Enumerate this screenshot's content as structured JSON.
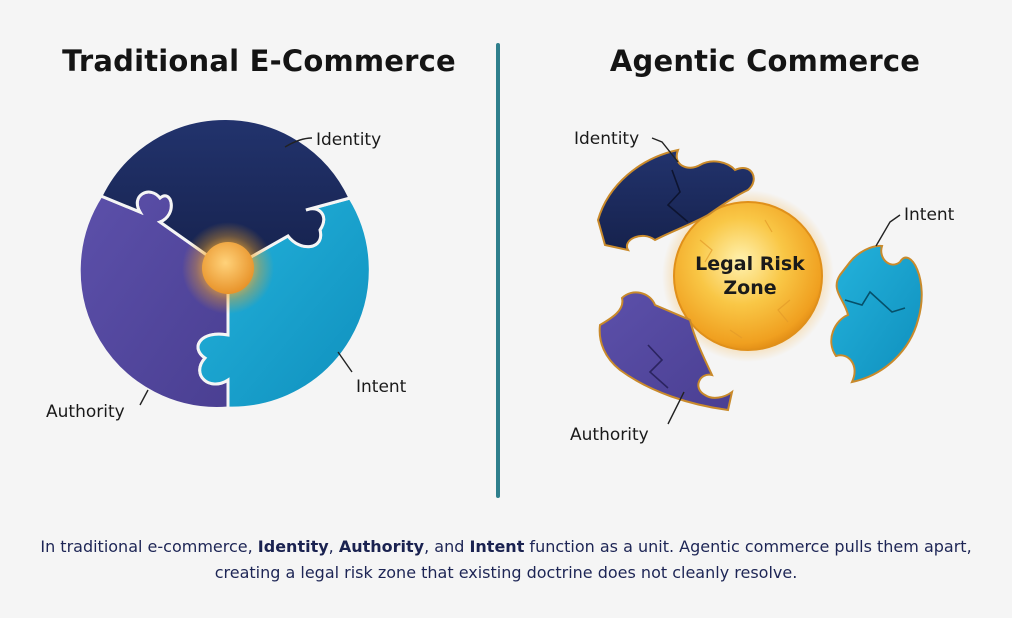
{
  "left": {
    "title": "Traditional E-Commerce",
    "labels": {
      "identity": "Identity",
      "authority": "Authority",
      "intent": "Intent"
    }
  },
  "right": {
    "title": "Agentic Commerce",
    "labels": {
      "identity": "Identity",
      "authority": "Authority",
      "intent": "Intent"
    },
    "center_line1": "Legal Risk",
    "center_line2": "Zone"
  },
  "caption": {
    "p1": "In traditional e-commerce, ",
    "b1": "Identity",
    "p2": ", ",
    "b2": "Authority",
    "p3": ", and ",
    "b3": "Intent",
    "p4": " function as a unit. Agentic commerce pulls them apart, creating a legal risk zone that existing doctrine does not cleanly resolve."
  },
  "colors": {
    "identity": "#1b2a5c",
    "authority": "#54489e",
    "intent": "#1aa3cc",
    "glow": "#f5a623",
    "divider": "#2f7f8c"
  }
}
